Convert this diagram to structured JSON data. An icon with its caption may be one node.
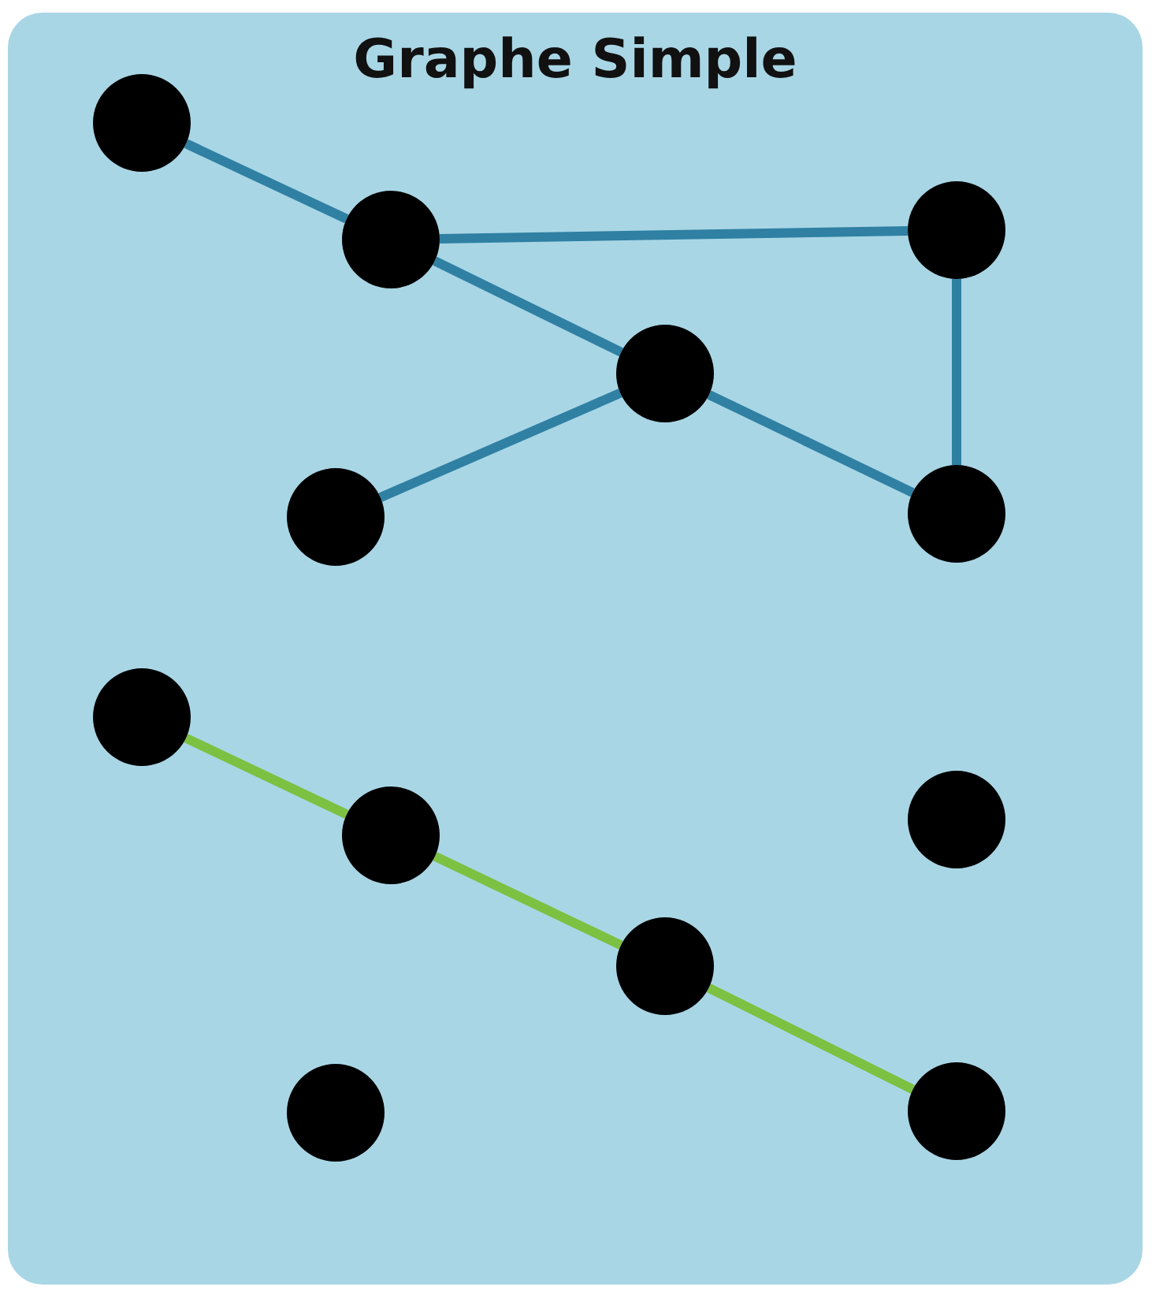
{
  "diagram": {
    "title": "Graphe Simple",
    "nodes": [
      {
        "text": [],
        "shape": "circle"
      },
      {
        "text": [],
        "shape": "circle"
      },
      {
        "text": [],
        "shape": "circle"
      },
      {
        "text": [],
        "shape": "circle"
      },
      {
        "text": [],
        "shape": "circle"
      },
      {
        "text": [],
        "shape": "circle"
      },
      {
        "text": [],
        "shape": "circle"
      },
      {
        "text": [],
        "shape": "circle"
      },
      {
        "text": [],
        "shape": "circle"
      },
      {
        "text": [],
        "shape": "circle"
      },
      {
        "text": [],
        "shape": "circle"
      },
      {
        "text": [],
        "shape": "circle"
      }
    ],
    "edges": [
      {
        "from": 0,
        "to": 1,
        "arrow": "none"
      },
      {
        "from": 1,
        "to": 2,
        "arrow": "none"
      },
      {
        "from": 1,
        "to": 3,
        "arrow": "none"
      },
      {
        "from": 2,
        "to": 5,
        "arrow": "none"
      },
      {
        "from": 4,
        "to": 3,
        "arrow": "none"
      },
      {
        "from": 3,
        "to": 5,
        "arrow": "none"
      },
      {
        "from": 6,
        "to": 7,
        "arrow": "none",
        "color": "#7cc142"
      },
      {
        "from": 7,
        "to": 9,
        "arrow": "none",
        "color": "#7cc142"
      },
      {
        "from": 9,
        "to": 11,
        "arrow": "none",
        "color": "#7cc142"
      }
    ]
  }
}
